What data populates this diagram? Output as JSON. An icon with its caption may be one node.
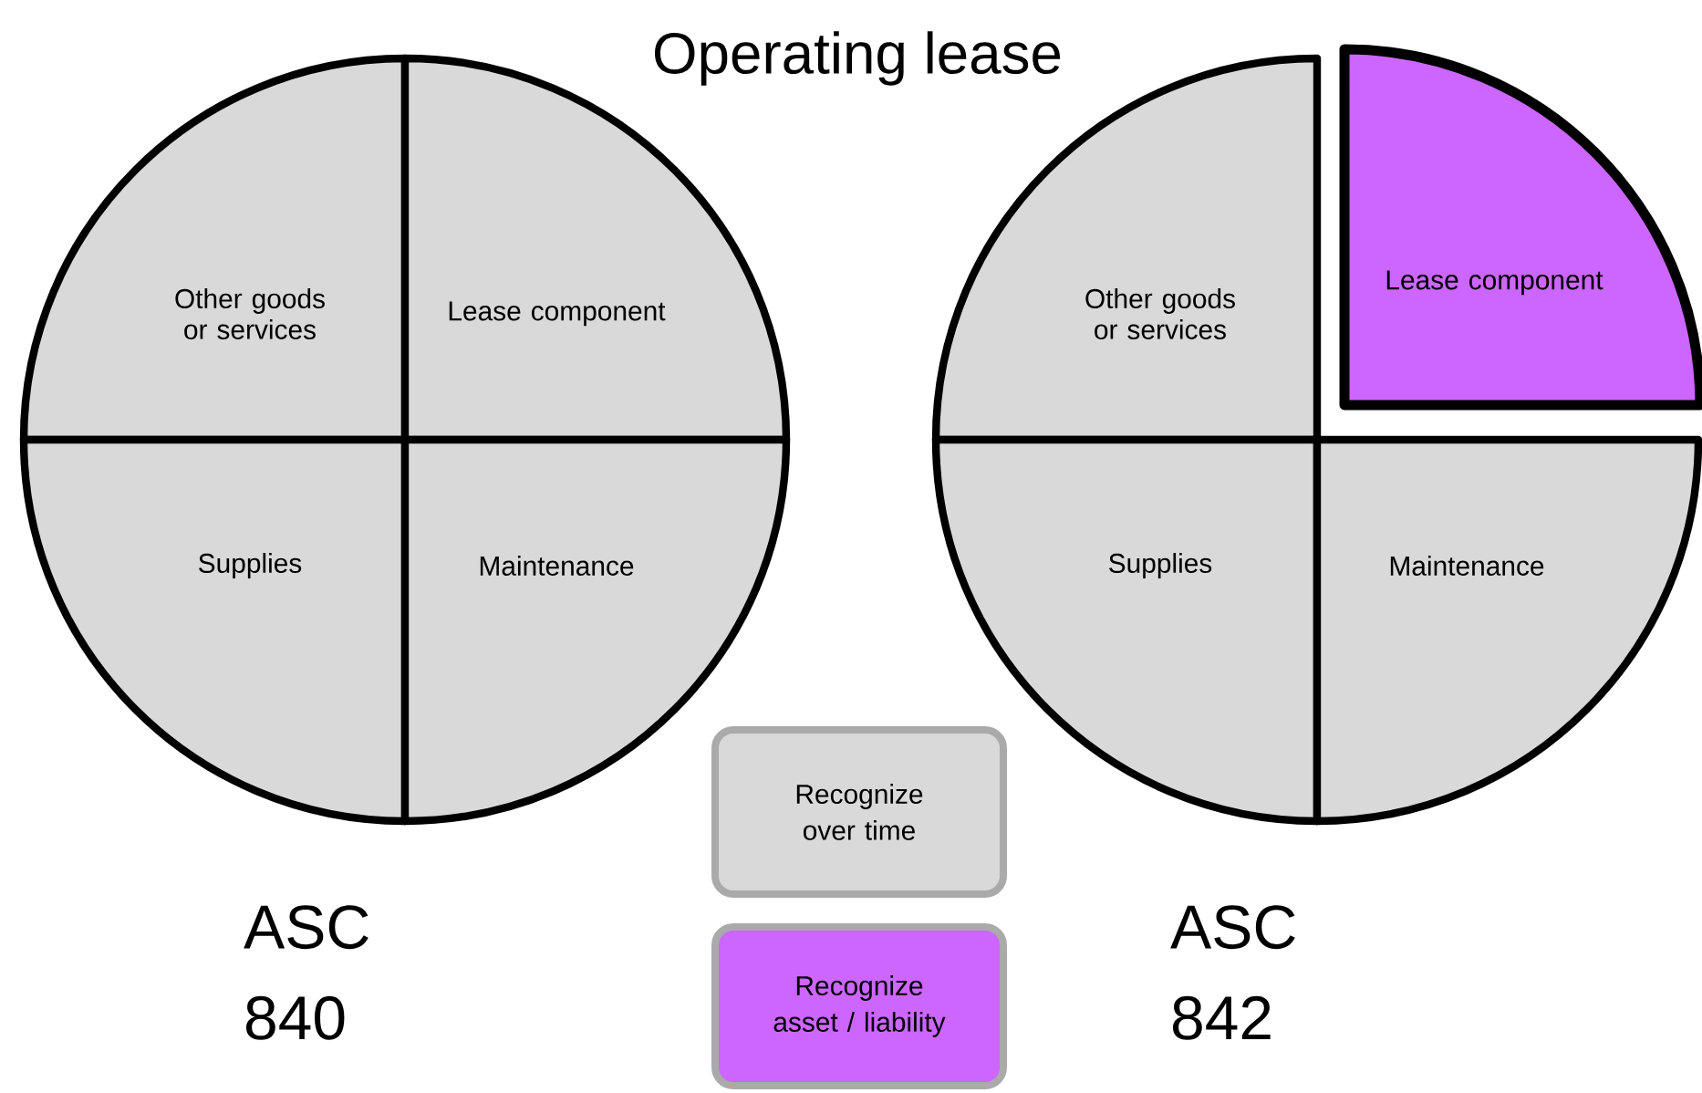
{
  "diagram": {
    "title": "Operating lease",
    "nodes": [
      {
        "text": [
          "Other goods or services"
        ]
      },
      {
        "text": [
          "Lease component"
        ]
      },
      {
        "text": [
          "Supplies"
        ]
      },
      {
        "text": [
          "Maintenance"
        ]
      },
      {
        "text": [
          "Other goods or services"
        ]
      },
      {
        "text": [
          "Lease component"
        ]
      },
      {
        "text": [
          "Supplies"
        ]
      },
      {
        "text": [
          "Maintenance"
        ]
      }
    ],
    "labels": [
      "ASC 840",
      "ASC 842"
    ],
    "legend": [
      {
        "text": "Recognize over time",
        "color": "#d9d9d9"
      },
      {
        "text": "Recognize asset / liability",
        "color": "#cc66ff"
      }
    ]
  }
}
